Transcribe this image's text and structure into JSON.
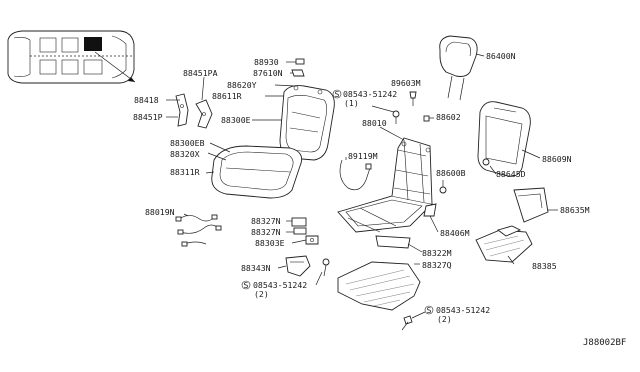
{
  "diagram_code": "J88002BF",
  "labels": {
    "p88418": "88418",
    "p88451P": "88451P",
    "p88451PA": "88451PA",
    "p88930": "88930",
    "p87610N": "87610N",
    "p88620Y": "88620Y",
    "p88611R": "88611R",
    "p88300E": "88300E",
    "p88300EB": "88300EB",
    "p88320X": "88320X",
    "p88311R": "88311R",
    "p88019N": "88019N",
    "p88327N_a": "88327N",
    "p88327N_b": "88327N",
    "p88303E": "88303E",
    "p88343N": "88343N",
    "bolt1": "08543-51242",
    "bolt1_qty": "(1)",
    "bolt2": "08543-51242",
    "bolt2_qty": "(2)",
    "bolt3": "08543-51242",
    "bolt3_qty": "(2)",
    "p88010": "88010",
    "p89119M": "89119M",
    "p89603M": "89603M",
    "p88602": "88602",
    "p88600B": "88600B",
    "p88406M": "88406M",
    "p88322M": "88322M",
    "p88327Q": "88327Q",
    "p86400N": "86400N",
    "p88609N": "88609N",
    "p88645D": "88645D",
    "p88635M": "88635M",
    "p88385": "88385",
    "screw_symbol": "S"
  }
}
